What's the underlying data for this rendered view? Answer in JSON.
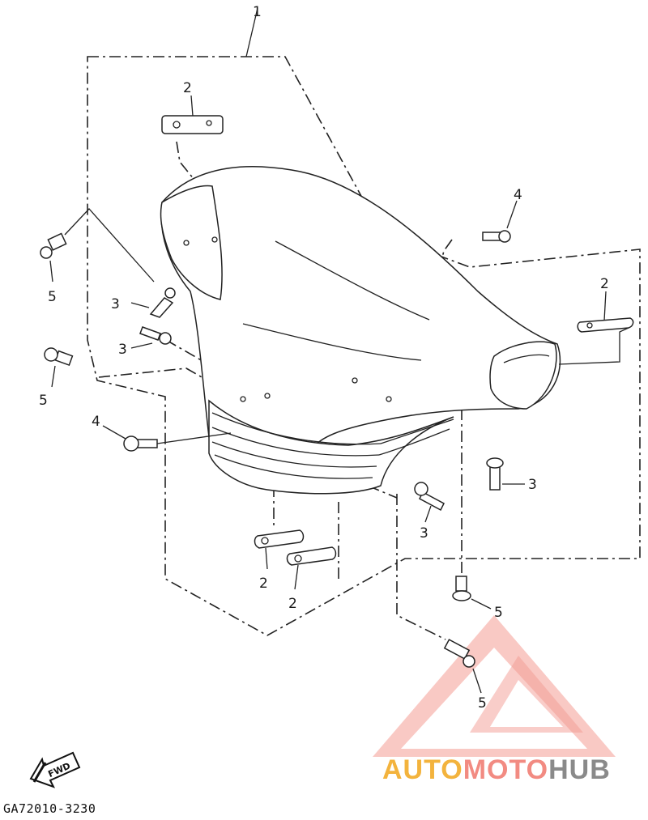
{
  "diagram": {
    "part_code": "GA72010-3230",
    "fwd_label": "FWD",
    "callouts": {
      "c1": "1",
      "c2a": "2",
      "c2b": "2",
      "c2c": "2",
      "c2d": "2",
      "c3a": "3",
      "c3b": "3",
      "c3c": "3",
      "c3d": "3",
      "c4a": "4",
      "c4b": "4",
      "c5a": "5",
      "c5b": "5",
      "c5c": "5",
      "c5d": "5"
    }
  },
  "watermark": {
    "part1": "AUTO",
    "part2": "MOTO",
    "part3": "HUB",
    "colors": {
      "auto": "#f3b33d",
      "moto": "#f28b82",
      "hub": "#8a8a8a",
      "triangle": "#f28b82"
    }
  }
}
